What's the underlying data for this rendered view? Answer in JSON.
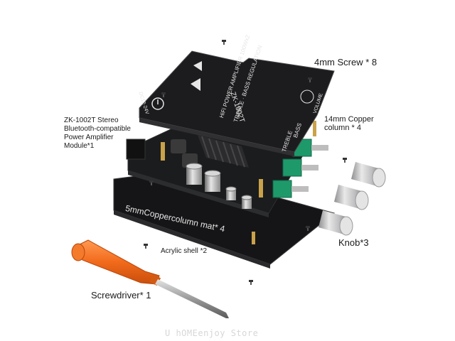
{
  "labels": {
    "screw": "4mm Screw * 8",
    "copper_column": "14mm Copper\ncolumn * 4",
    "module": "ZK-1002T Stereo\nBluetooth-compatible\nPower Amplifier\nModule*1",
    "copper_mat": "5mmCoppercolumn mat* 4",
    "acrylic_shell": "Acrylic shell *2",
    "knob": "Knob*3",
    "screwdriver": "Screwdriver* 1"
  },
  "panel_print": {
    "model": "ZK-1002T",
    "subtitle": "HiFi POWER AMPLIFIER 100Wx2",
    "regulation": "TREBLE · BASS REGULATION",
    "treble": "TREBLE",
    "bass": "BASS",
    "volume": "VOLUME",
    "input": "DC12-24V"
  },
  "watermark": "U hOMEenjoy Store",
  "colors": {
    "panel": "#1c1c1e",
    "pcb": "#1a1b1d",
    "knob": "#c9c9cb",
    "screwdriver_handle": "#f26a1b",
    "pot_green": "#1e9a6a",
    "copper": "#c9a24a"
  }
}
